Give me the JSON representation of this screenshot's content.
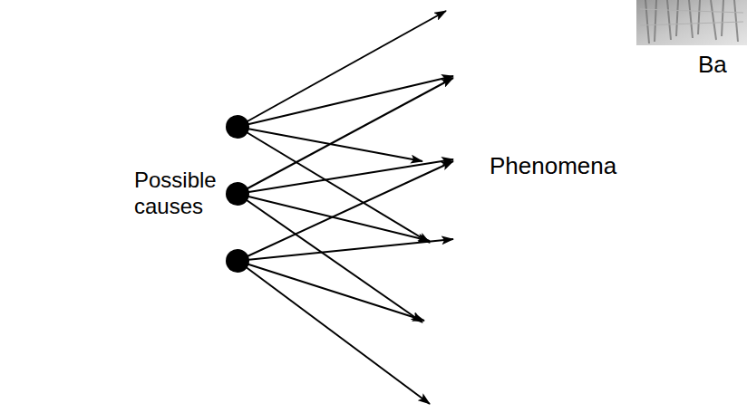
{
  "diagram": {
    "labels": [
      "Possible causes",
      "Phenomena",
      "Ba"
    ]
  }
}
